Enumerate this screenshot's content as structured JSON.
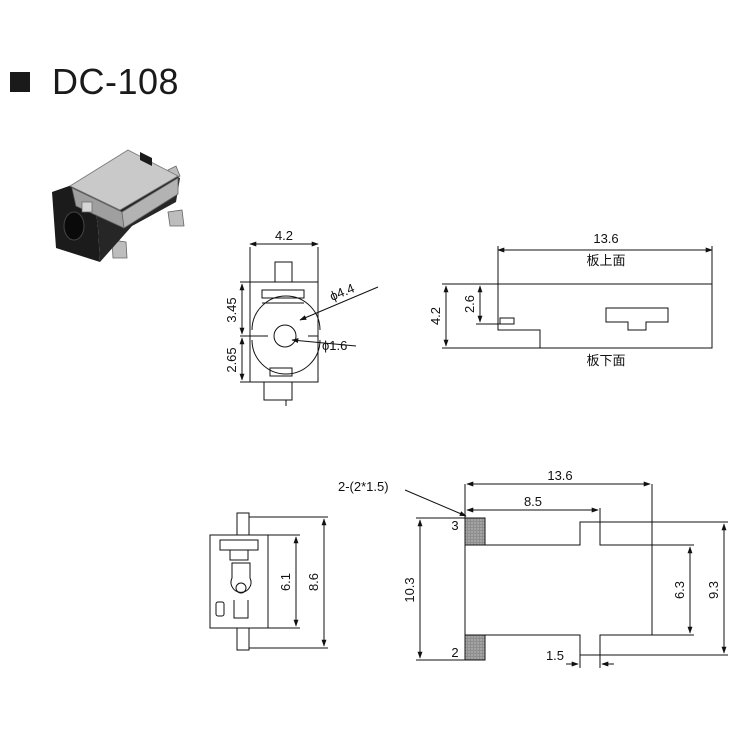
{
  "title": "DC-108",
  "front_view": {
    "width": "4.2",
    "upper_height": "3.45",
    "lower_height": "2.65",
    "outer_diameter": "ϕ4.4",
    "inner_diameter": "ϕ1.6"
  },
  "side_view": {
    "length": "13.6",
    "height": "4.2",
    "board_offset": "2.6",
    "board_top_label": "板上面",
    "board_bottom_label": "板下面"
  },
  "bottom_front_view": {
    "pad_spacing": "6.1",
    "overall_height": "8.6"
  },
  "footprint_view": {
    "length": "13.6",
    "pad_spacing_x": "8.5",
    "pad_callout": "2-(2*1.5)",
    "height_left": "10.3",
    "height_inner": "6.3",
    "height_overall": "9.3",
    "tab_width": "1.5",
    "pin_label_top": "3",
    "pin_label_bottom": "2"
  },
  "colors": {
    "ink": "#111111",
    "pad_fill": "#9a9a9a",
    "body_dark": "#1c1c1c",
    "metal": "#b9b9b9"
  }
}
